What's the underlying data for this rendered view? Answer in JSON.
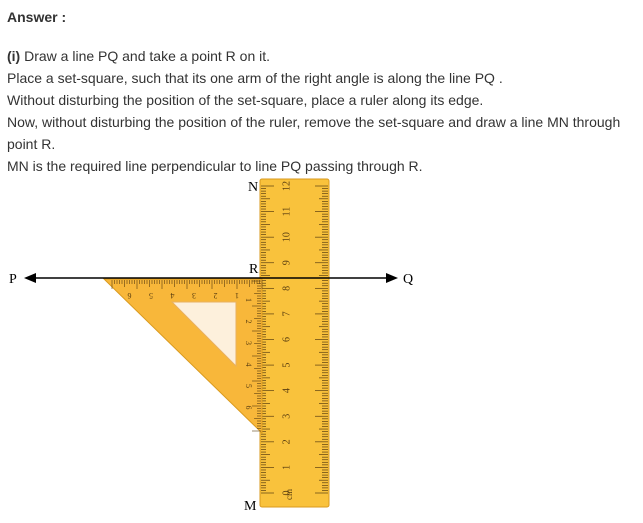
{
  "answer": {
    "heading": "Answer :",
    "part_label": "(i)",
    "step1": "Draw a line PQ and take a point R on it.",
    "step2": "Place a set-square, such that its one arm of the right angle is along the line PQ .",
    "step3": "Without disturbing the position of the set-square, place a ruler along its edge.",
    "step4": "Now, without disturbing the position of the ruler, remove the set-square and draw a line MN through point R.",
    "step5": "MN is the required line perpendicular to line PQ passing through R."
  },
  "figure": {
    "point_labels": {
      "P": "P",
      "Q": "Q",
      "R": "R",
      "M": "M",
      "N": "N"
    },
    "ruler_unit": "cm",
    "ruler_numbers": [
      "0",
      "1",
      "2",
      "3",
      "4",
      "5",
      "6",
      "7",
      "8",
      "9",
      "10",
      "11",
      "12"
    ],
    "setsquare_horizontal_numbers": [
      "1",
      "2",
      "3",
      "4",
      "5",
      "6"
    ],
    "setsquare_vertical_numbers": [
      "1",
      "2",
      "3",
      "4",
      "5",
      "6"
    ],
    "colors": {
      "ruler_fill": "#f9c23c",
      "ruler_edge": "#d99a1e",
      "setsquare_fill": "#f8b73a",
      "setsquare_inner": "#fdf0dc",
      "tick_color": "#5a3e10",
      "line_color": "#000000"
    }
  }
}
